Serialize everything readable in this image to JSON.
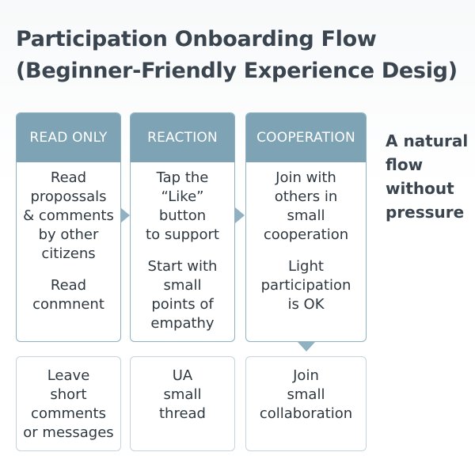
{
  "title": {
    "line1": "Participation Onboarding Flow",
    "line2": "(Beginner-Friendly Experience Desig)"
  },
  "stages": [
    {
      "header": "READ ONLY",
      "para1": [
        "Read",
        "propossals",
        "& comments",
        "by other",
        "citizens"
      ],
      "para2": [
        "Read",
        "conmnent"
      ]
    },
    {
      "header": "REACTION",
      "para1": [
        "Tap the",
        "“Like”",
        "button",
        "to support"
      ],
      "para2": [
        "Start with",
        "small",
        "points of",
        "empathy"
      ]
    },
    {
      "header": "COOPERATION",
      "para1": [
        "Join with",
        "others in",
        "small",
        "cooperation"
      ],
      "para2": [
        "Light",
        "participation",
        "is OK"
      ]
    }
  ],
  "bottom_boxes": [
    [
      "Leave",
      "short",
      "comments",
      "or messages"
    ],
    [
      "UA",
      "small",
      "thread"
    ],
    [
      "Join",
      "small",
      "collaboration"
    ]
  ],
  "note": [
    "A natural",
    "flow",
    "without",
    "pressure"
  ],
  "colors": {
    "header_fill": "#7ea3b4",
    "border": "#8fb1c1",
    "text": "#2e3840"
  }
}
